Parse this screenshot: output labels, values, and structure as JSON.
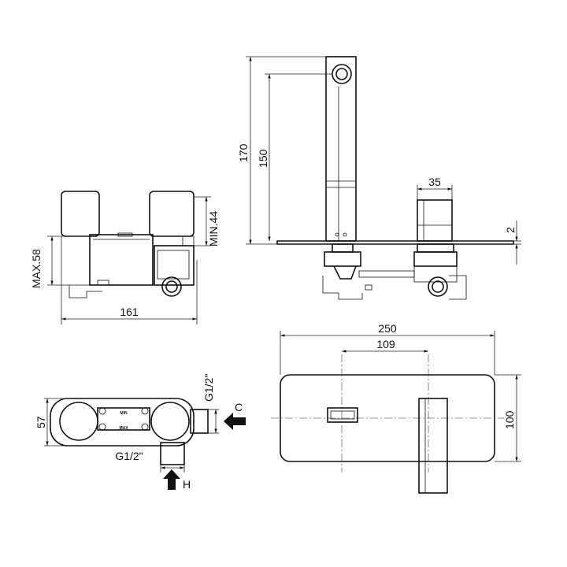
{
  "dimensions": {
    "front_max": "MAX.58",
    "front_min": "MIN.44",
    "front_width": "161",
    "side_height_total": "170",
    "side_height_spout": "150",
    "side_handle_width": "35",
    "side_plate_thickness": "2",
    "plan_depth": "57",
    "plan_cold_thread": "G1/2\"",
    "plan_hot_thread": "G1/2\"",
    "plate_width": "250",
    "plate_offset": "109",
    "plate_height": "100"
  },
  "labels": {
    "cold": "C",
    "hot": "H",
    "min_mark": "MIN",
    "max_mark": "MAX"
  }
}
